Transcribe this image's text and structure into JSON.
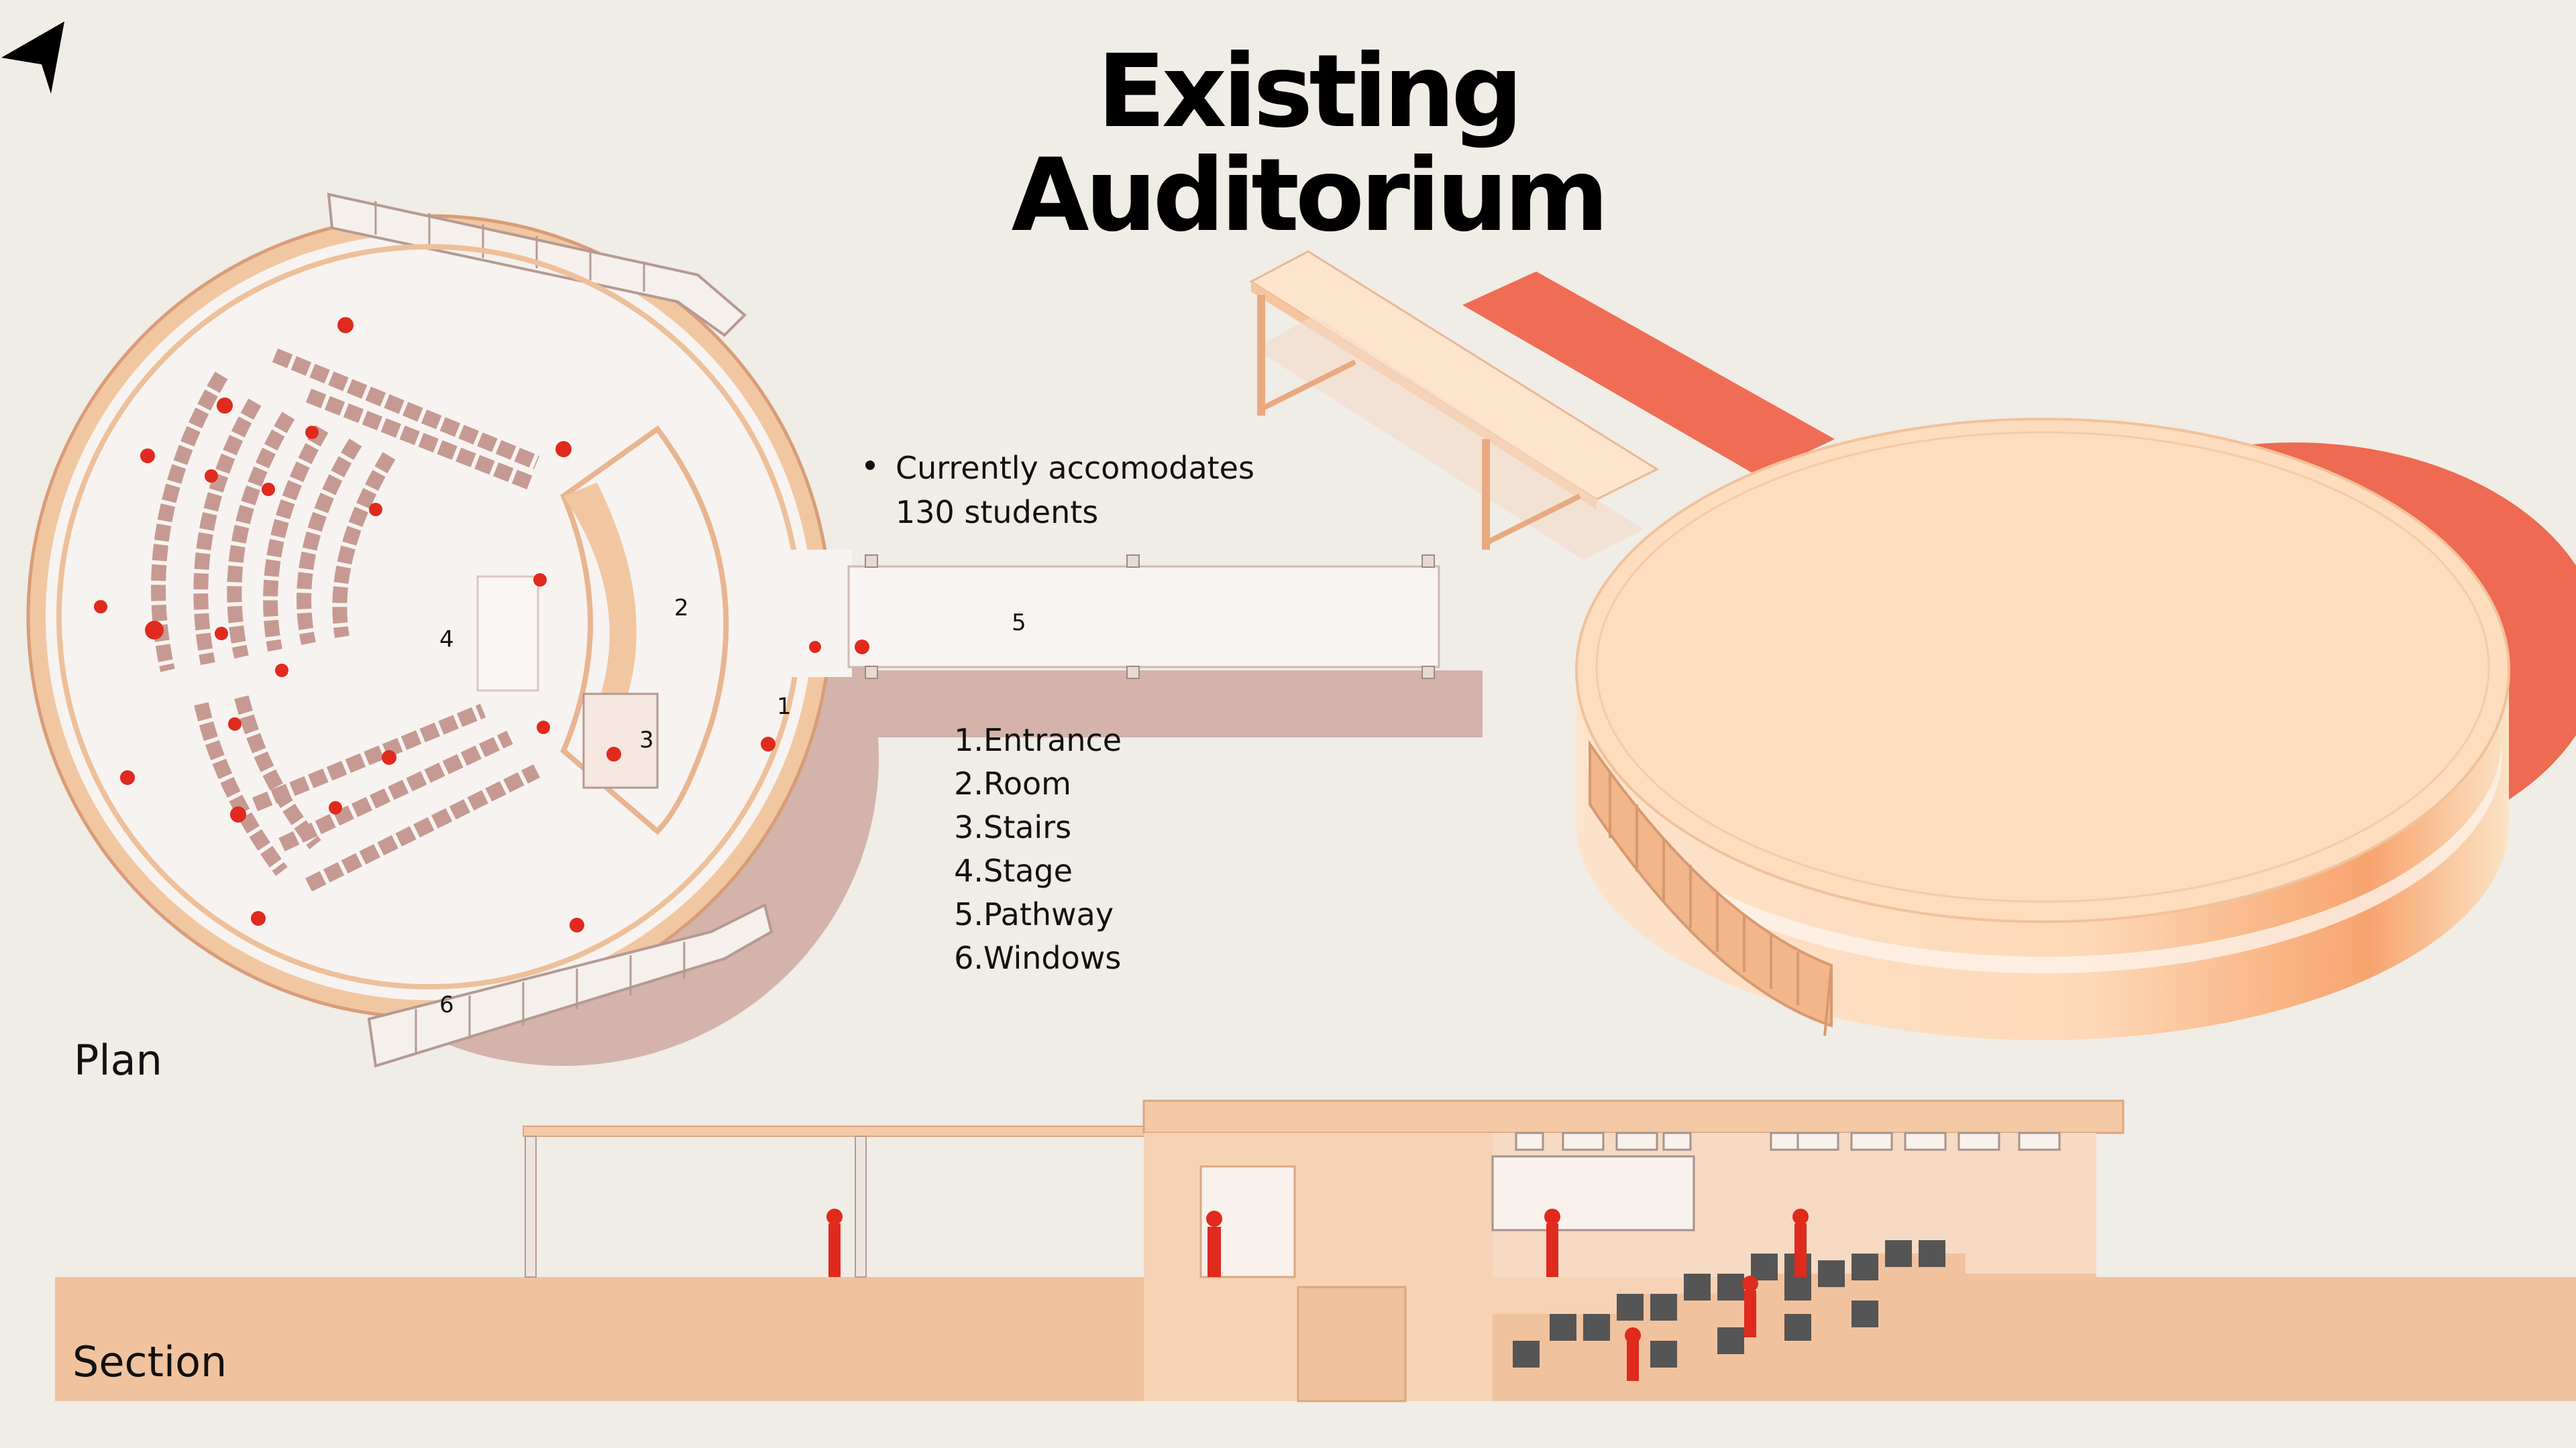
{
  "title": {
    "line1": "Existing",
    "line2": "Auditorium"
  },
  "nav": {
    "icon": "navigation-arrow-icon"
  },
  "notes": [
    {
      "line1": "Currently accomodates",
      "line2": "130 students"
    }
  ],
  "legend": [
    {
      "num": "1.",
      "label": "Entrance"
    },
    {
      "num": "2.",
      "label": "Room"
    },
    {
      "num": "3.",
      "label": "Stairs"
    },
    {
      "num": "4.",
      "label": "Stage"
    },
    {
      "num": "5.",
      "label": "Pathway"
    },
    {
      "num": "6.",
      "label": "Windows"
    }
  ],
  "plan": {
    "caption": "Plan",
    "labels": {
      "l1": "1",
      "l2": "2",
      "l3": "3",
      "l4": "4",
      "l5": "5",
      "l6": "6"
    }
  },
  "section": {
    "caption": "Section"
  },
  "colors": {
    "background": "#f0ece6",
    "floor": "#f7f3f1",
    "wall": "#f1c7a2",
    "shadow": "#d7b5aa",
    "accent_red": "#e02a1e",
    "coral": "#f06d55",
    "seat": "#c69a92"
  }
}
